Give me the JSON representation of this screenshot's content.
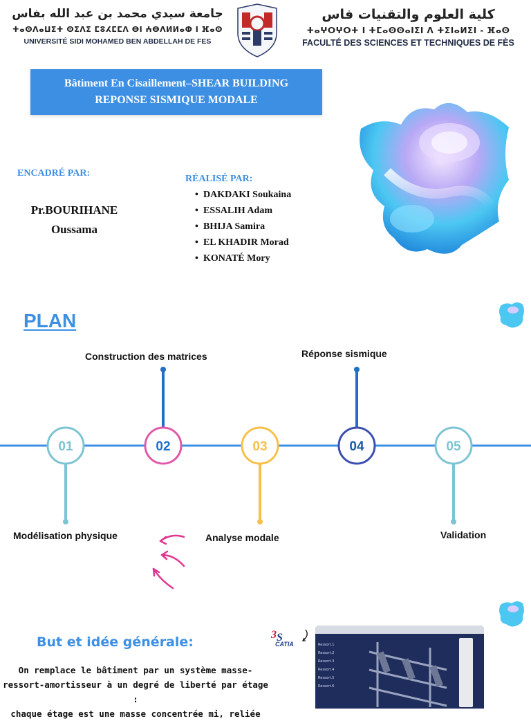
{
  "header": {
    "left": {
      "arabic": "جامعة سيدي محمد بن عبد الله بفاس",
      "tifinagh": "ⵜⴰⵙⴷⴰⵡⵉⵜ ⵙⵉⴷⵉ ⵎⵓⵃⵎⵎⴷ ⴱⵏ ⵄⴱⴷⵍⵍⴰⵀ ⵏ ⴼⴰⵙ",
      "french": "UNIVERSITÉ SIDI MOHAMED BEN ABDELLAH DE FES"
    },
    "right": {
      "arabic": "كلية العلوم والتقنيات فاس",
      "tifinagh": "ⵜⴰⵖⵔⵖⵔⵜ ⵏ ⵜⵎⴰⵙⵙⴰⵏⵉⵏ ⴷ ⵜⵉⵏⴰⵍⵉⵏ - ⴼⴰⵙ",
      "french": "FACULTÉ DES SCIENCES ET TECHNIQUES DE FÈS"
    }
  },
  "title": {
    "line1": "Bâtiment En Cisaillement–SHEAR BUILDING",
    "line2": "REPONSE SISMIQUE MODALE"
  },
  "supervisor": {
    "label": "ENCADRÉ PAR:",
    "name_line1": "Pr.BOURIHANE",
    "name_line2": "Oussama"
  },
  "team": {
    "label": "RÉALISÉ PAR:",
    "members": [
      "DAKDAKI Soukaina",
      "ESSALIH Adam",
      "BHIJA Samira",
      "EL KHADIR Morad",
      "KONATÉ Mory"
    ]
  },
  "plan": {
    "title": "PLAN",
    "steps": [
      {
        "number": "01",
        "label": "Modélisation physique",
        "color": "#7cc4d4"
      },
      {
        "number": "02",
        "label": "Construction des matrices",
        "color": "#e05aa8"
      },
      {
        "number": "03",
        "label": "Analyse modale",
        "color": "#f7c04a"
      },
      {
        "number": "04",
        "label": "Réponse sismique",
        "color": "#1b5aa8"
      },
      {
        "number": "05",
        "label": "Validation",
        "color": "#7cc4d4"
      }
    ],
    "line_color": "#3d8fe3"
  },
  "goal": {
    "title": "But et idée générale:",
    "text_lines": [
      "On remplace le bâtiment par un système masse-",
      "ressort-amortisseur à un degré de liberté par étage :",
      "chaque étage est une masse concentrée mi, reliée"
    ]
  },
  "catia": {
    "logo_text": "CATIA",
    "tree_items": [
      "Ressort.1",
      "Ressort.2",
      "Ressort.3",
      "Ressort.4",
      "Ressort.5",
      "Ressort.6"
    ]
  }
}
